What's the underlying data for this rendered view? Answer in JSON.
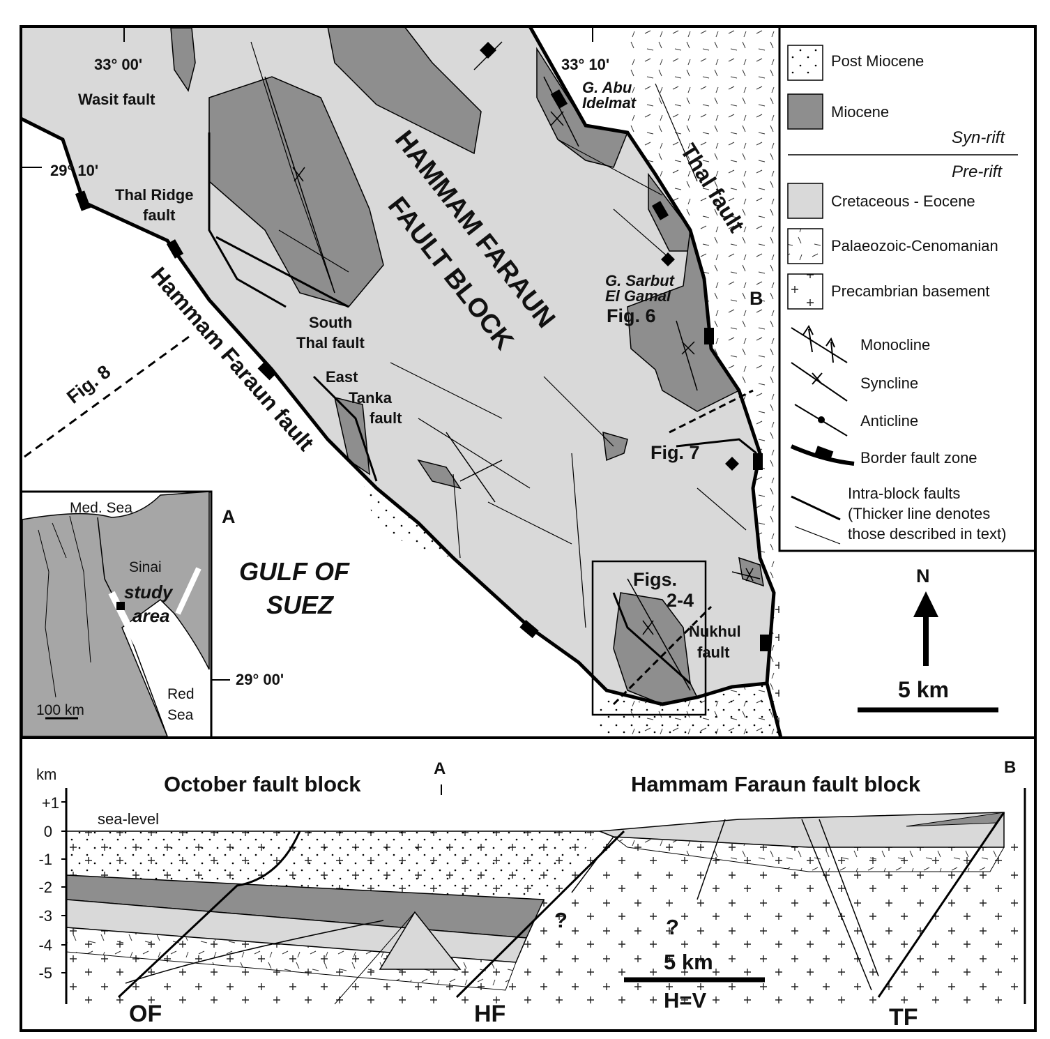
{
  "colors": {
    "post_miocene": "#ffffff",
    "miocene": "#8e8e8e",
    "cretaceous_eocene": "#d9d9d9",
    "palaeozoic": "#ffffff",
    "precambrian": "#ffffff",
    "line": "#000000"
  },
  "map": {
    "coords": {
      "lon1": "33° 00'",
      "lon2": "33° 10'",
      "lat1": "29° 10'",
      "lat2": "29° 00'"
    },
    "labels": {
      "wasit": "Wasit fault",
      "thal_ridge_1": "Thal Ridge",
      "thal_ridge_2": "fault",
      "abu_1": "G. Abu",
      "abu_2": "Idelmat",
      "hf_block_1": "HAMMAM FARAUN",
      "hf_block_2": "FAULT BLOCK",
      "thal_fault": "Thal fault",
      "hf_fault": "Hammam Faraun fault",
      "south_thal_1": "South",
      "south_thal_2": "Thal fault",
      "east_tanka_1": "East",
      "east_tanka_2": "Tanka",
      "east_tanka_3": "fault",
      "sarbut_1": "G. Sarbut",
      "sarbut_2": "El Gamal",
      "fig6": "Fig. 6",
      "fig7": "Fig. 7",
      "fig8": "Fig. 8",
      "figs_1": "Figs.",
      "figs_2": "2-4",
      "nukhul_1": "Nukhul",
      "nukhul_2": "fault",
      "gulf_1": "GULF OF",
      "gulf_2": "SUEZ",
      "A": "A",
      "B": "B",
      "north": "N",
      "scale": "5 km"
    },
    "inset": {
      "med": "Med. Sea",
      "sinai": "Sinai",
      "study_1": "study",
      "study_2": "area",
      "red_1": "Red",
      "red_2": "Sea",
      "scale": "100 km"
    }
  },
  "legend": {
    "items": [
      {
        "label": "Post Miocene",
        "icon": "dotted-swatch"
      },
      {
        "label": "Miocene",
        "icon": "dark-swatch"
      },
      {
        "label": "Cretaceous - Eocene",
        "icon": "light-swatch"
      },
      {
        "label": "Palaeozoic-Cenomanian",
        "icon": "dash-swatch"
      },
      {
        "label": "Precambrian basement",
        "icon": "cross-swatch"
      }
    ],
    "syn_rift": "Syn-rift",
    "pre_rift": "Pre-rift",
    "symbols": [
      {
        "label": "Monocline",
        "icon": "monocline-symbol"
      },
      {
        "label": "Syncline",
        "icon": "syncline-symbol"
      },
      {
        "label": "Anticline",
        "icon": "anticline-symbol"
      },
      {
        "label": "Border fault zone",
        "icon": "border-fault-symbol"
      }
    ],
    "intra_1": "Intra-block faults",
    "intra_2": "(Thicker line denotes",
    "intra_3": "those described in text)"
  },
  "section": {
    "km": "km",
    "ticks": [
      "+1",
      "0",
      "-1",
      "-2",
      "-3",
      "-4",
      "-5"
    ],
    "october": "October fault block",
    "hammam": "Hammam Faraun fault block",
    "A": "A",
    "B": "B",
    "sea_level": "sea-level",
    "q": "?",
    "of": "OF",
    "hf": "HF",
    "tf": "TF",
    "scale": "5 km",
    "hv": "H=V"
  }
}
